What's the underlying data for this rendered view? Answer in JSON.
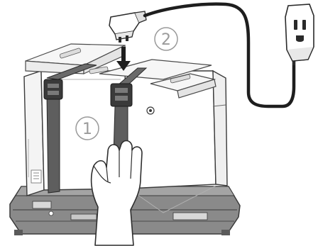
{
  "figure": {
    "kind": "installation-illustration",
    "steps": [
      {
        "number": "1",
        "action": "fasten-strap"
      },
      {
        "number": "2",
        "action": "connect-cable"
      }
    ],
    "colors": {
      "outline": "#3c3c3c",
      "light_outline": "#9a9a9a",
      "strap": "#5e5e5e",
      "cable": "#1e1e1e",
      "base": "#6e6e6e",
      "skin": "#ffffff",
      "background": "#ffffff"
    },
    "icons": [
      "down-arrow-icon",
      "plug-icon",
      "connector-icon",
      "hand-icon",
      "strap-buckle-icon"
    ]
  }
}
